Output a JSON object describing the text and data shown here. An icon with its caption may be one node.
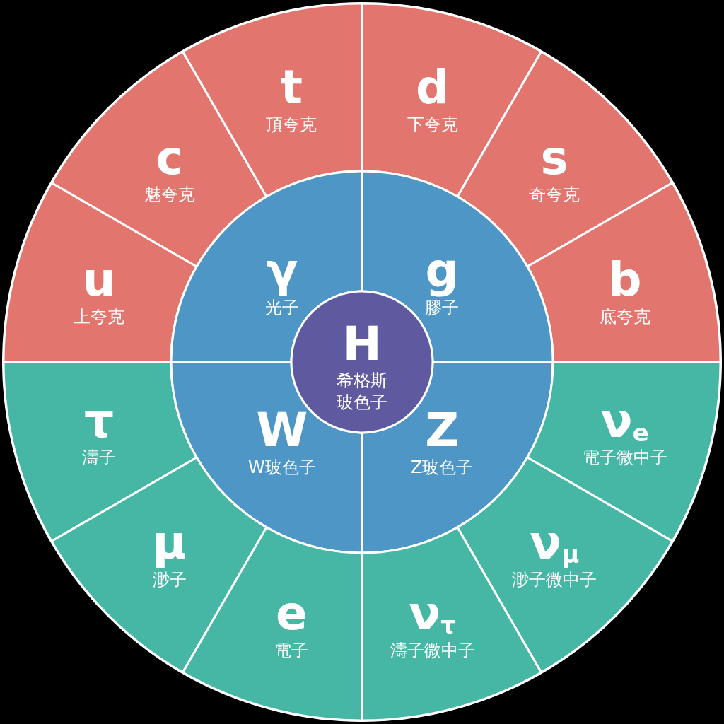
{
  "diagram": {
    "nodes": [
      {
        "text": [
          "u",
          "上夸克"
        ]
      },
      {
        "text": [
          "c",
          "魅夸克"
        ]
      },
      {
        "text": [
          "t",
          "頂夸克"
        ]
      },
      {
        "text": [
          "d",
          "下夸克"
        ]
      },
      {
        "text": [
          "s",
          "奇夸克"
        ]
      },
      {
        "text": [
          "b",
          "底夸克"
        ]
      },
      {
        "text": [
          "γ",
          "光子"
        ]
      },
      {
        "text": [
          "g",
          "膠子"
        ]
      },
      {
        "text": [
          "H",
          "希格斯玻色子"
        ]
      },
      {
        "text": [
          "τ",
          "濤子"
        ]
      },
      {
        "text": [
          "W",
          "W玻色子"
        ]
      },
      {
        "text": [
          "Z",
          "Z玻色子"
        ]
      },
      {
        "text": [
          "ν$_{e}$",
          "電子微中子"
        ]
      },
      {
        "text": [
          "μ",
          "渺子"
        ]
      },
      {
        "text": [
          "ν$_{μ}$",
          "渺子微中子"
        ]
      },
      {
        "text": [
          "e",
          "電子"
        ]
      },
      {
        "text": [
          "ν$_{τ}$",
          "濤子微中子"
        ]
      }
    ]
  }
}
